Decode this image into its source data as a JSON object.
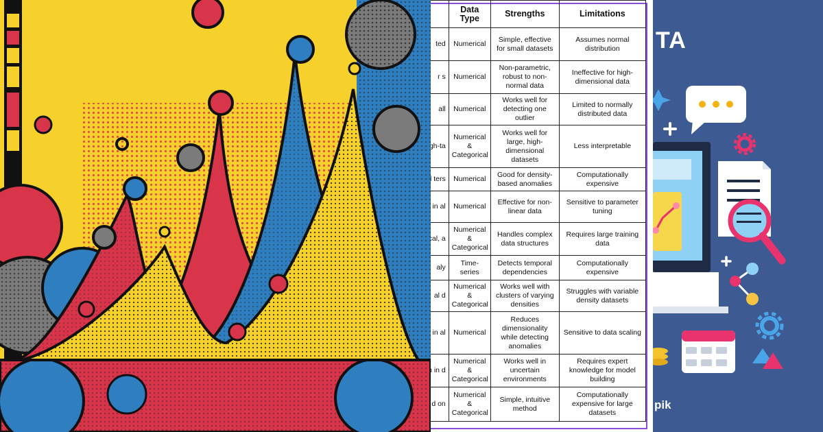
{
  "table": {
    "headers": [
      "Data Type",
      "Strengths",
      "Limitations"
    ],
    "rows": [
      {
        "method": "ted",
        "data_type": "Numerical",
        "strengths": "Simple, effective for small datasets",
        "limitations": "Assumes normal distribution"
      },
      {
        "method": "r s",
        "data_type": "Numerical",
        "strengths": "Non-parametric, robust to non-normal data",
        "limitations": "Ineffective for high-dimensional data"
      },
      {
        "method": "all",
        "data_type": "Numerical",
        "strengths": "Works well for detecting one outlier",
        "limitations": "Limited to normally distributed data"
      },
      {
        "method": "n, gh-ta",
        "data_type": "Numerical & Categorical",
        "strengths": "Works well for large, high-dimensional datasets",
        "limitations": "Less interpretable"
      },
      {
        "method": "l ters",
        "data_type": "Numerical",
        "strengths": "Good for density-based anomalies",
        "limitations": "Computationally expensive"
      },
      {
        "method": "n in al",
        "data_type": "Numerical",
        "strengths": "Effective for non-linear data",
        "limitations": "Sensitive to parameter tuning"
      },
      {
        "method": "n in cal, a",
        "data_type": "Numerical & Categorical",
        "strengths": "Handles complex data structures",
        "limitations": "Requires large training data"
      },
      {
        "method": "aly",
        "data_type": "Time-series",
        "strengths": "Detects temporal dependencies",
        "limitations": "Computationally expensive"
      },
      {
        "method": "al d",
        "data_type": "Numerical & Categorical",
        "strengths": "Works well with clusters of varying densities",
        "limitations": "Struggles with variable density datasets"
      },
      {
        "method": "s in al",
        "data_type": "Numerical",
        "strengths": "Reduces dimensionality while detecting anomalies",
        "limitations": "Sensitive to data scaling"
      },
      {
        "method": "n in d",
        "data_type": "Numerical & Categorical",
        "strengths": "Works well in uncertain environments",
        "limitations": "Requires expert knowledge for model building"
      },
      {
        "method": "d on",
        "data_type": "Numerical & Categorical",
        "strengths": "Simple, intuitive method",
        "limitations": "Computationally expensive for large datasets"
      }
    ]
  },
  "illustration": {
    "title_fragment": "TA",
    "credit_fragment": "pik",
    "chat_dots": "•••"
  },
  "colors": {
    "art_yellow": "#f6d12c",
    "art_red": "#d8344a",
    "art_blue": "#2f7fc0",
    "art_gray": "#7b7b7b",
    "illus_background": "#3d5a92",
    "table_border": "#8a4fd8",
    "accent_pink": "#e8336d"
  }
}
